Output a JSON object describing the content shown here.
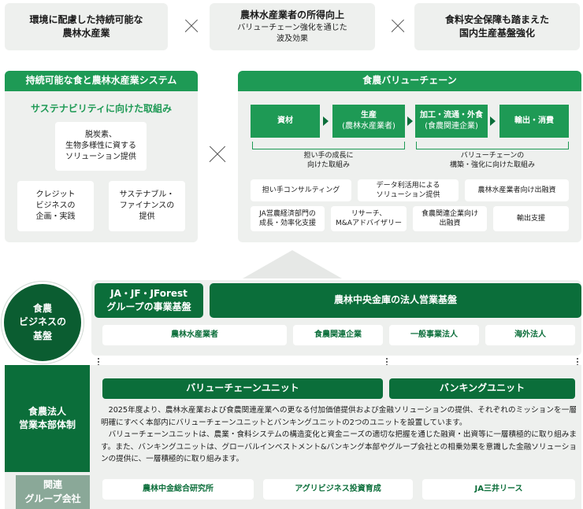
{
  "top": {
    "box1": [
      "環境に配慮した持続可能な",
      "農林水産業"
    ],
    "box2_title": "農林水産業者の所得向上",
    "box2_sub": [
      "バリューチェーン強化を通じた",
      "波及効果"
    ],
    "box3": [
      "食料安全保障も踏まえた",
      "国内生産基盤強化"
    ]
  },
  "left_panel": {
    "header": "持続可能な食と農林水産業システム",
    "subheader": "サステナビリティに向けた取組み",
    "item1": [
      "脱炭素、",
      "生物多様性に資する",
      "ソリューション提供"
    ],
    "item2": [
      "クレジット",
      "ビジネスの",
      "企画・実践"
    ],
    "item3": [
      "サステナブル・",
      "ファイナンスの",
      "提供"
    ]
  },
  "right_panel": {
    "header": "食農バリューチェーン",
    "chain": [
      {
        "label": "資材",
        "sub": ""
      },
      {
        "label": "生産",
        "sub": "(農林水産業者)"
      },
      {
        "label": "加工・流通・外食",
        "sub": "(食農関連企業)"
      },
      {
        "label": "輸出・消費",
        "sub": ""
      }
    ],
    "bracket1": [
      "担い手の成長に",
      "向けた取組み"
    ],
    "bracket2": [
      "バリューチェーンの",
      "構築・強化に向けた取組み"
    ],
    "row1": [
      [
        "担い手コンサルティング"
      ],
      [
        "データ利活用による",
        "ソリューション提供"
      ],
      [
        "農林水産業者向け出融資"
      ]
    ],
    "row2": [
      [
        "JA営農経済部門の",
        "成長・効率化支援"
      ],
      [
        "リサーチ、",
        "M&Aアドバイザリー"
      ],
      [
        "食農関連企業向け",
        "出融資"
      ],
      [
        "輸出支援"
      ]
    ]
  },
  "base": {
    "circle": [
      "食農",
      "ビジネスの",
      "基盤"
    ],
    "ja_header": [
      "JA・JF・JForest",
      "グループの事業基盤"
    ],
    "norin_header": "農林中央金庫の法人営業基盤",
    "items": [
      "農林水産業者",
      "食農関連企業",
      "一般事業法人",
      "海外法人"
    ]
  },
  "org": {
    "side_label": [
      "食農法人",
      "営業本部体制"
    ],
    "unit1": "バリューチェーンユニット",
    "unit2": "バンキングユニット",
    "para1": "2025年度より、農林水産業および食農関連産業への更なる付加価値提供および金融ソリューションの提供、それぞれのミッションを一層明確にすべく本部内にバリューチェーンユニットとバンキングユニットの2つのユニットを設置しています。",
    "para2": "バリューチェーンユニットは、農業・食料システムの構造変化と資金ニーズの適切な把握を通じた融資・出資等に一層積極的に取り組みます。また、バンキングユニットは、グローバルインベストメント&バンキング本部やグループ会社との相乗効果を意識した金融ソリューションの提供に、一層積極的に取り組みます。"
  },
  "group": {
    "side_label": [
      "関連",
      "グループ会社"
    ],
    "items": [
      "農林中金総合研究所",
      "アグリビジネス投資育成",
      "JA三井リース"
    ]
  },
  "colors": {
    "dark_green": "#0b6e3a",
    "mid_green": "#1e9a55",
    "gray_bg": "#eef0ee"
  }
}
